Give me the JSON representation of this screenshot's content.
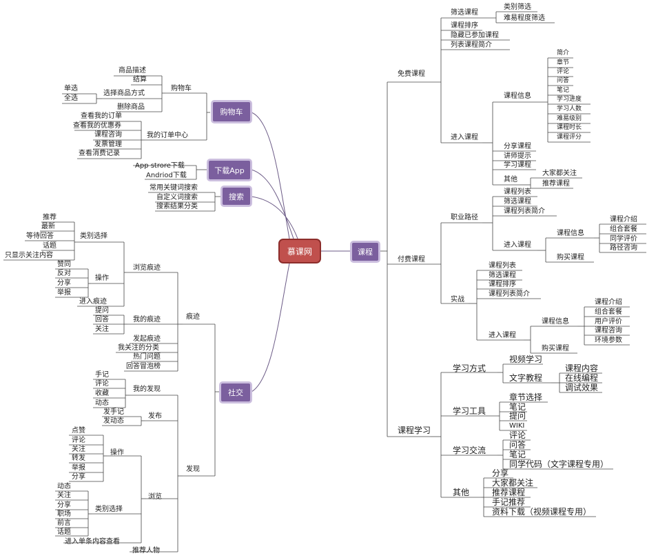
{
  "colors": {
    "root_fill": "#c0504d",
    "branch_fill": "#7b5f9e",
    "branch_border": "#cbbede",
    "line": "#6b5a86",
    "underline": "#444444"
  },
  "root": "慕课网",
  "branches": {
    "course": "课程",
    "cart": "购物车",
    "download": "下载App",
    "search": "搜索",
    "social": "社交"
  },
  "course": {
    "free": "免费课程",
    "free_filter": "筛选课程",
    "free_filter_type": "类别筛选",
    "free_filter_difficulty": "难易程度筛选",
    "free_sort": "课程排序",
    "free_hide": "隐藏已参加课程",
    "free_list": "列表课程简介",
    "free_enter": "进入课程",
    "course_info": "课程信息",
    "info_items": [
      "简介",
      "章节",
      "评论",
      "问答",
      "笔记",
      "学习进度",
      "学习人数",
      "难易级别",
      "课程时长",
      "课程评分"
    ],
    "share": "分享课程",
    "teacher": "讲师提示",
    "study": "学习课程",
    "other": "其他",
    "other_attention": "大家都关注",
    "other_recommend": "推荐课程",
    "paid": "付费课程",
    "career": "职业路径",
    "career_items": [
      "课程列表",
      "筛选课程",
      "课程列表简介"
    ],
    "career_enter": "进入课程",
    "career_info": "课程信息",
    "career_info_items": [
      "课程介绍",
      "组合套餐",
      "同学评价",
      "路径咨询"
    ],
    "career_buy": "购买课程",
    "practice": "实战",
    "practice_items": [
      "课程列表",
      "筛选课程",
      "课程排序",
      "课程列表简介"
    ],
    "practice_enter": "进入课程",
    "practice_info": "课程信息",
    "practice_info_items": [
      "课程介绍",
      "组合套餐",
      "用户评价",
      "课程咨询",
      "环境参数"
    ],
    "practice_buy": "购买课程",
    "learning": "课程学习",
    "mode": "学习方式",
    "video": "视频学习",
    "text_tutorial": "文字教程",
    "text_items": [
      "课程内容",
      "在线编程",
      "调试效果"
    ],
    "tools": "学习工具",
    "tools_items": [
      "章节选择",
      "笔记",
      "提问",
      "WIKI"
    ],
    "exchange": "学习交流",
    "exchange_items": [
      "评论",
      "问答",
      "笔记",
      "同学代码（文字课程专用）"
    ],
    "misc": "其他",
    "misc_items": [
      "分享",
      "大家都关注",
      "推荐课程",
      "手记推荐",
      "资料下载（视频课程专用）"
    ]
  },
  "cart": {
    "desc": "商品描述",
    "checkout": "结算",
    "select_way": "选择商品方式",
    "single": "单选",
    "all": "全选",
    "delete": "删除商品",
    "order_center": "我的订单中心",
    "order_items": [
      "查看我的订单",
      "查看我的优惠券",
      "课程咨询",
      "发票管理",
      "查看消费记录"
    ]
  },
  "download": {
    "app_store": "App  strore下载",
    "android": "Andriod下载"
  },
  "search": {
    "items": [
      "常用关键词搜索",
      "自定义词搜索",
      "搜索结果分类"
    ]
  },
  "social": {
    "trace": "痕迹",
    "browse_trace": "浏览痕迹",
    "category_select": "类别选择",
    "category_items": [
      "推荐",
      "最新",
      "等待回答",
      "话题",
      "只显示关注内容"
    ],
    "operate": "操作",
    "operate_items": [
      "赞同",
      "反对",
      "分享",
      "举报"
    ],
    "enter_trace": "进入痕迹",
    "my_trace": "我的痕迹",
    "my_trace_items": [
      "提问",
      "回答",
      "关注"
    ],
    "start_trace": "发起痕迹",
    "follow_cat": "我关注的分类",
    "hot": "热门问题",
    "ranking": "回答冒泡榜",
    "discover": "发现",
    "my_discover": "我的发现",
    "my_discover_items": [
      "手记",
      "评论",
      "收藏",
      "动态"
    ],
    "publish": "发布",
    "publish_items": [
      "发手记",
      "发动态"
    ],
    "browse": "浏览",
    "browse_operate": "操作",
    "browse_operate_items": [
      "点赞",
      "评论",
      "关注",
      "转发",
      "举报",
      "分享"
    ],
    "browse_category": "类别选择",
    "browse_category_items": [
      "动态",
      "关注",
      "分享",
      "职场",
      "前言",
      "话题"
    ],
    "single_view": "进入单条内容查看",
    "recommend_person": "推荐人物"
  }
}
